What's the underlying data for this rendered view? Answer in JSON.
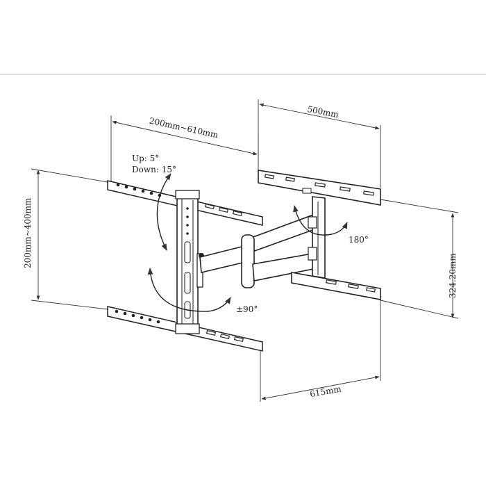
{
  "diagram": {
    "type": "technical-drawing",
    "subject": "full-motion TV wall mount",
    "labels": {
      "arm_extension": "500mm",
      "horizontal_range": "200mm~610mm",
      "vertical_range": "200mm~400mm",
      "depth": "324.20mm",
      "width": "615mm",
      "tilt_up": "Up: 5°",
      "tilt_down": "Down: 15°",
      "rotation": "180°",
      "swivel": "±90°"
    }
  }
}
